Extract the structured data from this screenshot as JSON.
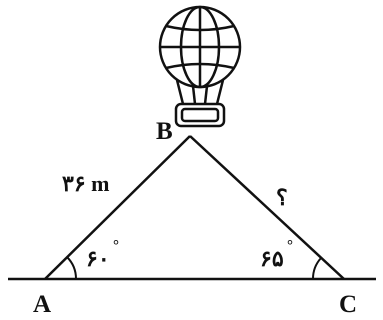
{
  "diagram": {
    "vertices": {
      "a": "A",
      "b": "B",
      "c": "C"
    },
    "sides": {
      "ab": "۳۶ m",
      "bc": "؟"
    },
    "angles": {
      "a": "۶۰",
      "c": "۶۵"
    },
    "degree_symbol": "°",
    "icons": {
      "balloon": "hot-air-balloon-icon"
    },
    "colors": {
      "ink": "#111111",
      "background": "#ffffff"
    }
  }
}
